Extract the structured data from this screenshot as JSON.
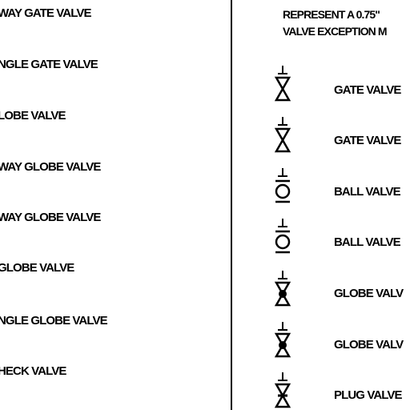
{
  "left_labels": [
    "WAY GATE VALVE",
    "NGLE GATE VALVE",
    "LOBE VALVE",
    "WAY GLOBE VALVE",
    "WAY GLOBE VALVE",
    "GLOBE VALVE",
    "NGLE GLOBE VALVE",
    "HECK VALVE"
  ],
  "header": {
    "line1": "REPRESENT A 0.75\"",
    "line2": "VALVE EXCEPTION M"
  },
  "right_items": [
    {
      "label": "GATE VALVE",
      "icon": "gate-valve-icon"
    },
    {
      "label": "GATE VALVE",
      "icon": "gate-valve-icon"
    },
    {
      "label": "BALL VALVE",
      "icon": "ball-valve-icon"
    },
    {
      "label": "BALL VALVE",
      "icon": "ball-valve-icon"
    },
    {
      "label": "GLOBE VALV",
      "icon": "globe-valve-icon"
    },
    {
      "label": "GLOBE VALV",
      "icon": "globe-valve-icon"
    },
    {
      "label": "PLUG VALVE",
      "icon": "plug-valve-icon"
    }
  ]
}
